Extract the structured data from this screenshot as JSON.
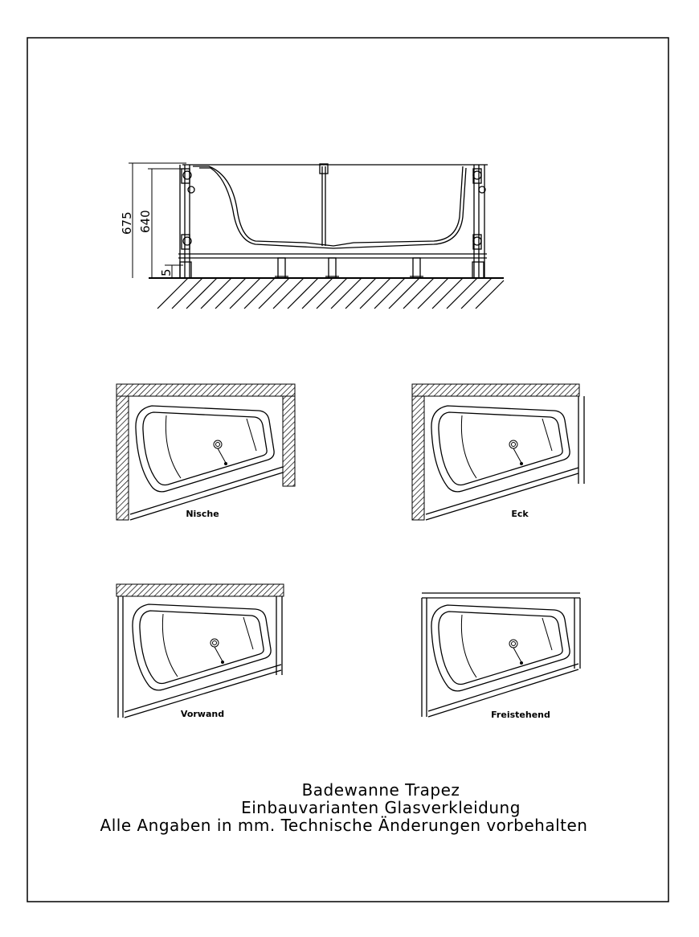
{
  "dimensions": {
    "d675": "675",
    "d640": "640",
    "d5": "5"
  },
  "variants": [
    {
      "id": "nische",
      "label": "Nische"
    },
    {
      "id": "eck",
      "label": "Eck"
    },
    {
      "id": "vorwand",
      "label": "Vorwand"
    },
    {
      "id": "freistehend",
      "label": "Freistehend"
    }
  ],
  "caption": {
    "line1": "Badewanne Trapez",
    "line2": "Einbauvarianten Glasverkleidung",
    "line3": "Alle Angaben in mm.  Technische Änderungen vorbehalten"
  }
}
